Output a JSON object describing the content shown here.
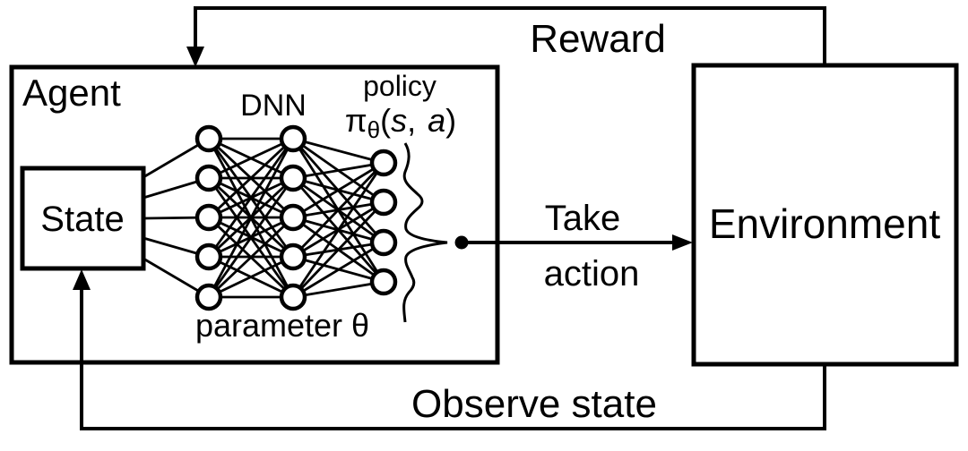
{
  "boxes": {
    "agent": {
      "label": "Agent"
    },
    "state": {
      "label": "State"
    },
    "environment": {
      "label": "Environment"
    }
  },
  "network": {
    "label": "DNN",
    "parameter_label": "parameter θ",
    "layers": [
      5,
      5,
      4
    ],
    "policy": {
      "line1": "policy",
      "pi": "π",
      "theta_sub": "θ",
      "open_paren": "(",
      "s": "s",
      "comma": ", ",
      "a": "a",
      "close_paren": ")"
    }
  },
  "edges": {
    "reward": {
      "label": "Reward"
    },
    "take_action": {
      "line1": "Take",
      "line2": "action"
    },
    "observe_state": {
      "label": "Observe state"
    }
  },
  "colors": {
    "ink": "#000000",
    "background": "#ffffff"
  }
}
